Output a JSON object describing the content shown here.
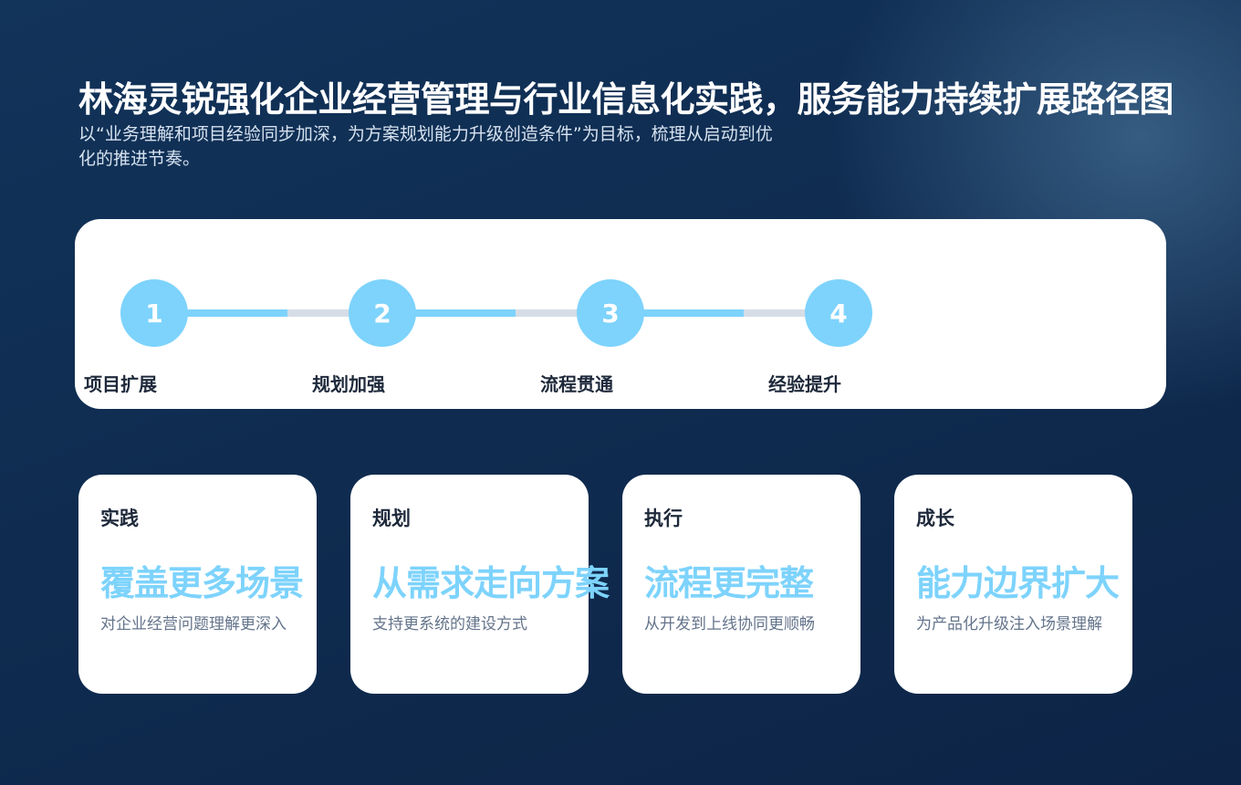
{
  "header": {
    "title": "林海灵锐强化企业经营管理与行业信息化实践，服务能力持续扩展路径图",
    "subtitle": "以“业务理解和项目经验同步加深，为方案规划能力升级创造条件”为目标，梳理从启动到优化的推进节奏。"
  },
  "timeline": {
    "steps": [
      {
        "number": "1",
        "label": "项目扩展"
      },
      {
        "number": "2",
        "label": "规划加强"
      },
      {
        "number": "3",
        "label": "流程贯通"
      },
      {
        "number": "4",
        "label": "经验提升"
      }
    ]
  },
  "cards": [
    {
      "category": "实践",
      "headline": "覆盖更多场景",
      "description": "对企业经营问题理解更深入"
    },
    {
      "category": "规划",
      "headline": "从需求走向方案",
      "description": "支持更系统的建设方式"
    },
    {
      "category": "执行",
      "headline": "流程更完整",
      "description": "从开发到上线协同更顺畅"
    },
    {
      "category": "成长",
      "headline": "能力边界扩大",
      "description": "为产品化升级注入场景理解"
    }
  ],
  "colors": {
    "accent": "#7dd3fc",
    "background": "#0f2c50",
    "card": "#ffffff",
    "connector_inactive": "#d6dde6"
  }
}
